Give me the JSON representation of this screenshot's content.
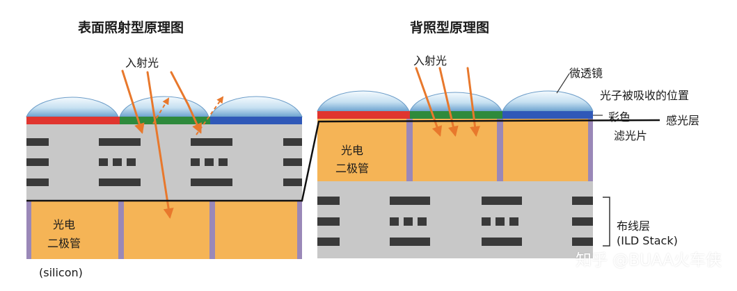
{
  "front_side": {
    "title": "表面照射型原理图",
    "incident_light": "入射光",
    "photodiode_line1": "光电",
    "photodiode_line2": "二极管",
    "substrate": "(silicon)"
  },
  "back_side": {
    "title": "背照型原理图",
    "incident_light": "入射光",
    "microlens": "微透镜",
    "absorption_position": "光子被吸收的位置",
    "color_filter_line1": "彩色",
    "color_filter_line2": "滤光片",
    "photosensitive_layer": "感光层",
    "photodiode_line1": "光电",
    "photodiode_line2": "二极管",
    "wiring_layer": "布线层",
    "ild_stack": "(ILD Stack)"
  },
  "watermark": "知乎 @BUAA火车侠",
  "colors": {
    "photodiode": "#f5b456",
    "wiring_layer": "#c8c8c8",
    "wire": "#3a3a3a",
    "separator": "#9a88b8",
    "filter_red": "#e0352f",
    "filter_green": "#2e8a3c",
    "filter_blue": "#2f58b8",
    "lens": "#bcd8ec",
    "light_arrow": "#e8782c"
  }
}
